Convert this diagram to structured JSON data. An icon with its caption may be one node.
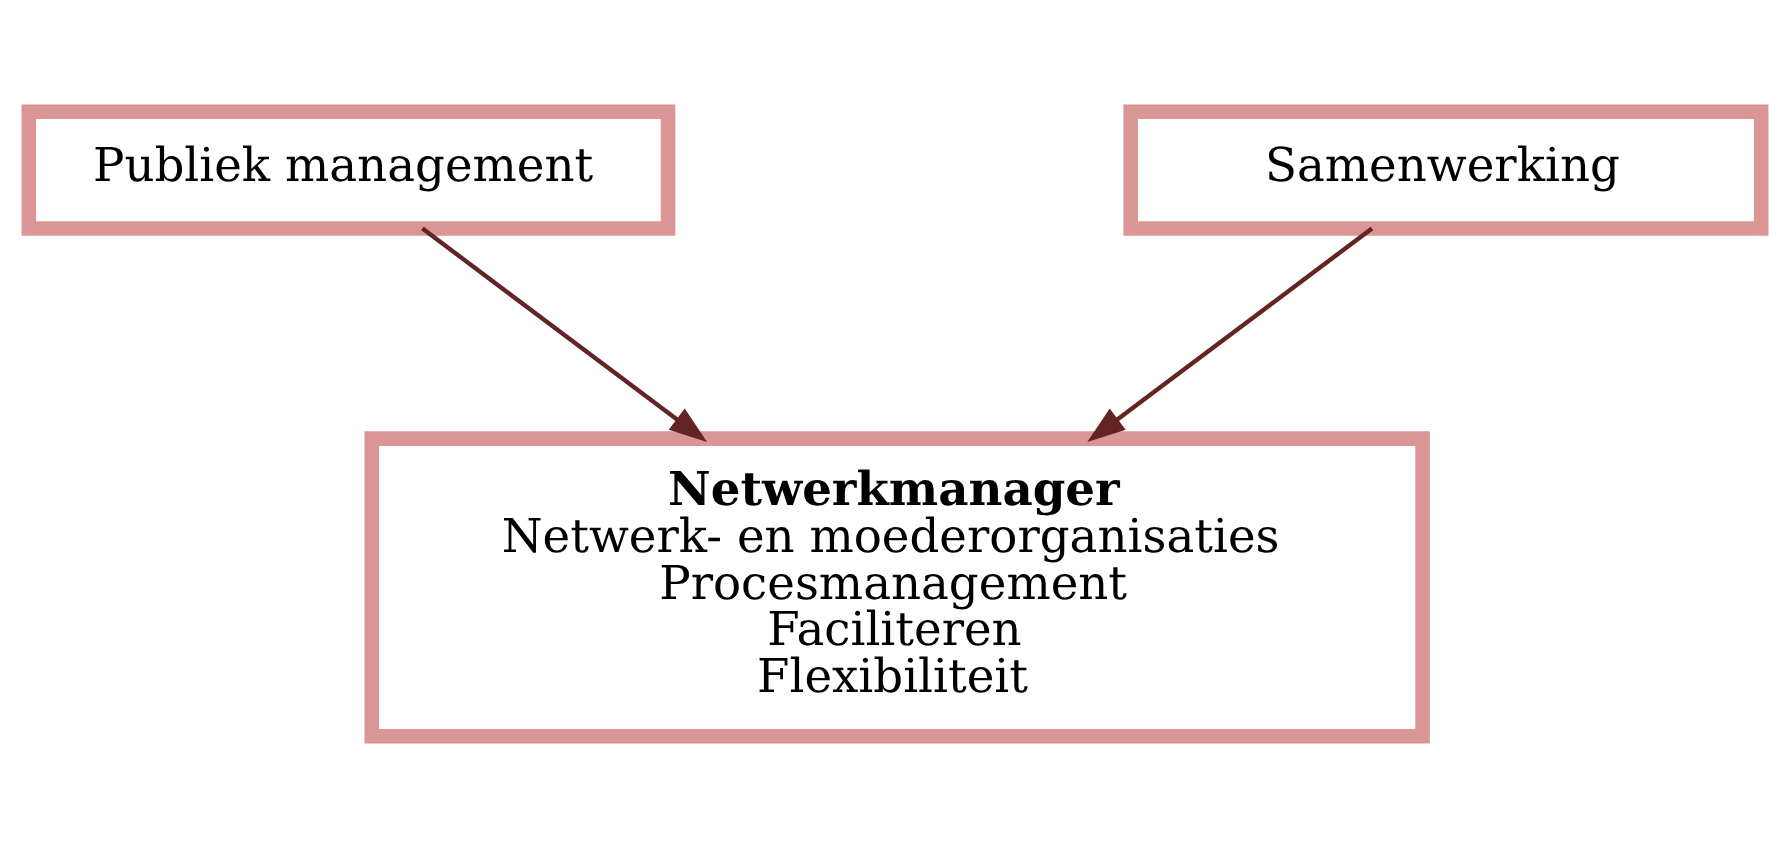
{
  "diagram": {
    "nodes": [
      {
        "text": [
          "Publiek management"
        ]
      },
      {
        "text": [
          "Samenwerking"
        ]
      },
      {
        "text": [
          "Netwerkmanager",
          "Netwerk- en moederorganisaties",
          "Procesmanagement",
          "Faciliteren",
          "Flexibiliteit"
        ]
      }
    ],
    "edges": [
      {
        "from": 0,
        "to": 2,
        "arrow": "to"
      },
      {
        "from": 1,
        "to": 2,
        "arrow": "to"
      }
    ]
  }
}
